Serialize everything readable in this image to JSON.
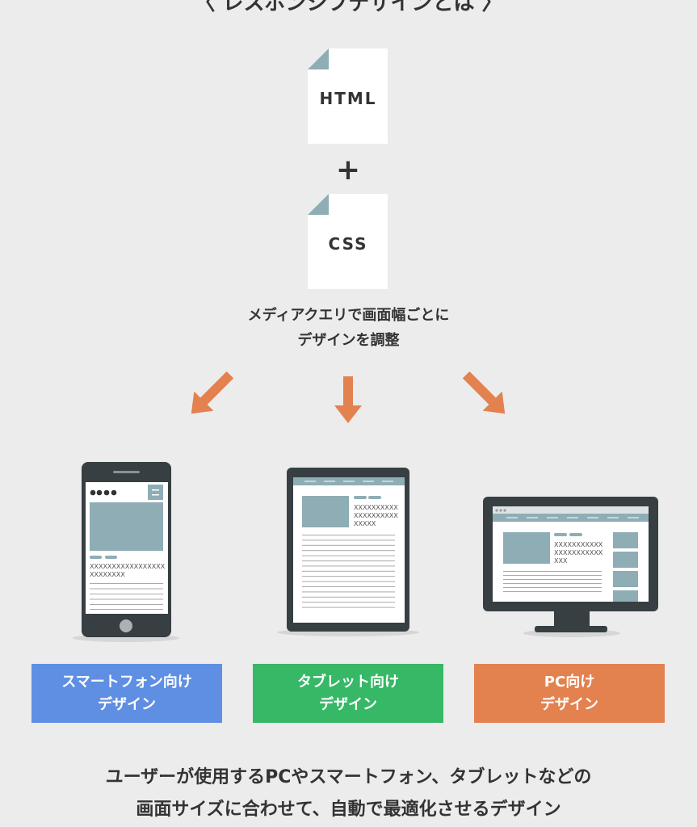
{
  "title": "〈 レスポンシブデザインとは 〉",
  "docs": {
    "html": "HTML",
    "plus": "+",
    "css": "CSS"
  },
  "description": {
    "line1": "メディアクエリで画面幅ごとに",
    "line2": "デザインを調整"
  },
  "devices": {
    "phone": {
      "text1": "XXXXXXXXXXXXXXXXX",
      "text2": "XXXXXXXX"
    },
    "tablet": {
      "text1": "XXXXXXXXXX",
      "text2": "XXXXXXXXXX",
      "text3": "XXXXX"
    },
    "pc": {
      "text1": "XXXXXXXXXXX",
      "text2": "XXXXXXXXXXX",
      "text3": "XXX"
    }
  },
  "labels": [
    {
      "line1": "スマートフォン向け",
      "line2": "デザイン",
      "color": "#5f8fe3"
    },
    {
      "line1": "タブレット向け",
      "line2": "デザイン",
      "color": "#36b866"
    },
    {
      "line1": "PC向け",
      "line2": "デザイン",
      "color": "#e3814f"
    }
  ],
  "summary": {
    "line1": "ユーザーが使用するPCやスマートフォン、タブレットなどの",
    "line2": "画面サイズに合わせて、自動で最適化させるデザイン"
  },
  "colors": {
    "dark": "#373f42",
    "accent": "#8eadb5",
    "arrow": "#e3814f"
  }
}
